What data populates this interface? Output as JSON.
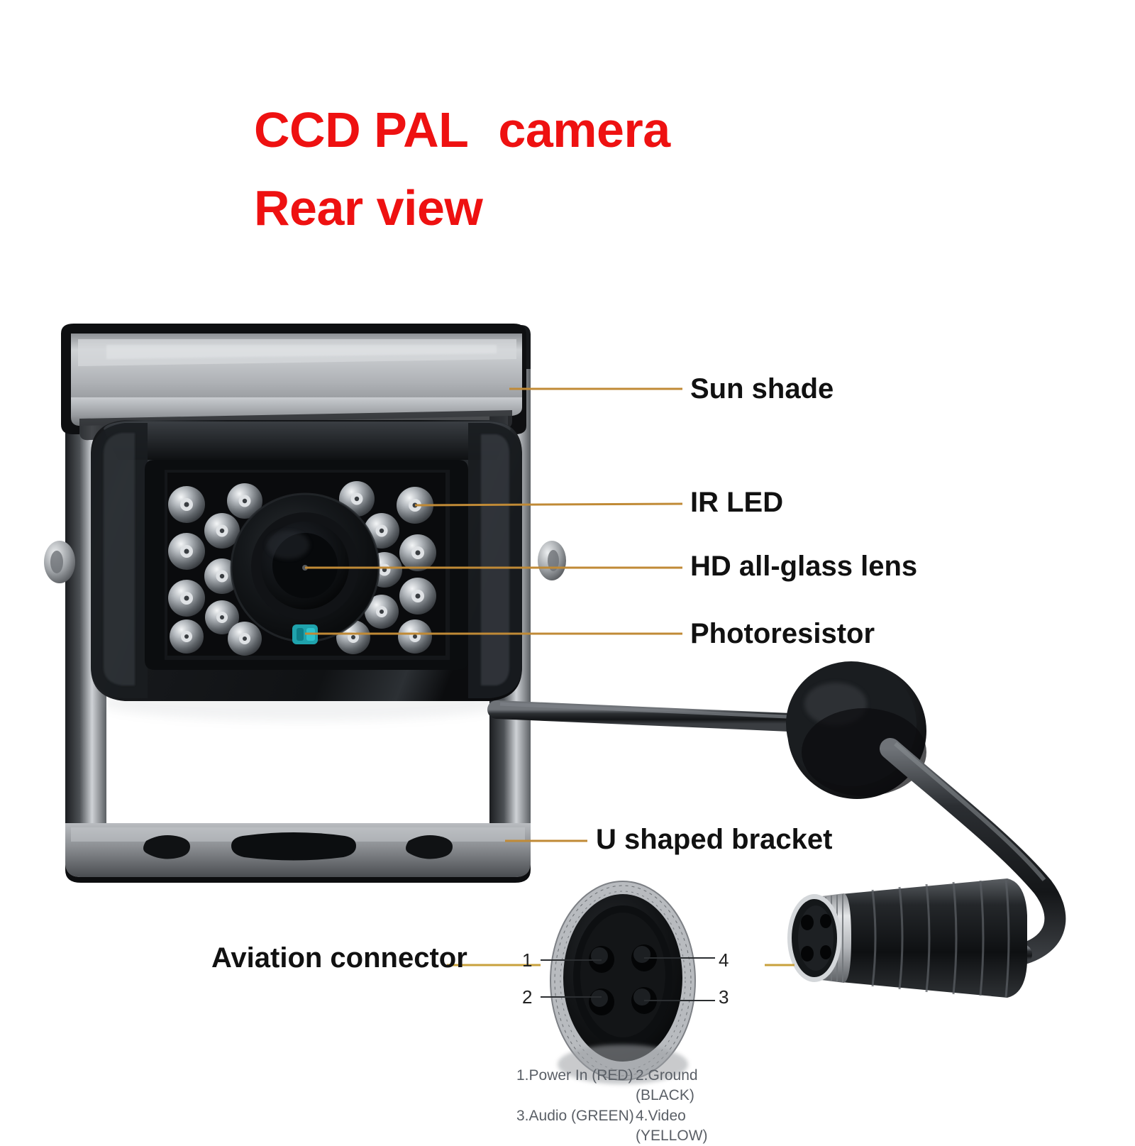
{
  "product": {
    "title_line1_part1": "CCD PAL",
    "title_line1_part2": "camera",
    "title_line2": "Rear view",
    "title_color": "#ee1111"
  },
  "callouts": [
    {
      "id": "sun-shade",
      "label": "Sun shade",
      "leader_color": "#c08a36"
    },
    {
      "id": "ir-led",
      "label": "IR LED",
      "leader_color": "#c08a36"
    },
    {
      "id": "hd-lens",
      "label": "HD all-glass lens",
      "leader_color": "#c08a36"
    },
    {
      "id": "photoresistor",
      "label": "Photoresistor",
      "leader_color": "#c08a36"
    },
    {
      "id": "u-bracket",
      "label": "U shaped bracket",
      "leader_color": "#c08a36"
    },
    {
      "id": "aviation",
      "label": "Aviation connector",
      "leader_color": "#c8a13c"
    }
  ],
  "connector": {
    "pins": [
      {
        "number": "1",
        "position": "top-left"
      },
      {
        "number": "2",
        "position": "bottom-left"
      },
      {
        "number": "3",
        "position": "bottom-right"
      },
      {
        "number": "4",
        "position": "top-right"
      }
    ],
    "legend": [
      {
        "left": "1.Power In (RED)",
        "right": "2.Ground (BLACK)"
      },
      {
        "left": "3.Audio (GREEN)",
        "right": "4.Video (YELLOW)"
      }
    ]
  },
  "hardware": {
    "ir_led_count": 18,
    "photoresistor_color": "#1fa3ad",
    "body_color": "#15171a",
    "shade_color": "#b9bcc0",
    "bracket_color": "#8f9295"
  }
}
